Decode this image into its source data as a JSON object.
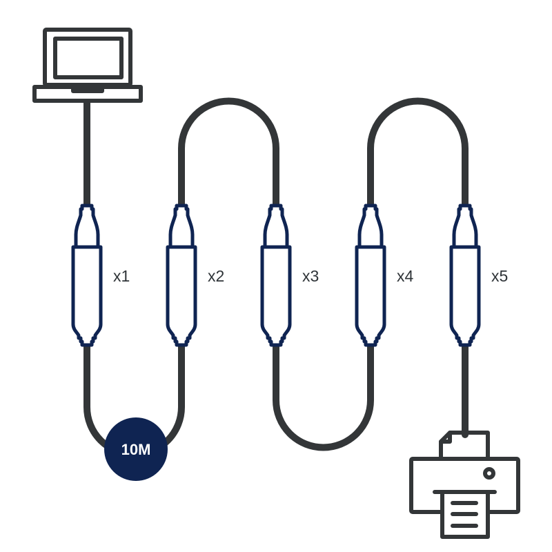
{
  "diagram": {
    "source_device": "laptop",
    "target_device": "printer",
    "length_badge": "10M",
    "connectors": [
      {
        "label": "x1"
      },
      {
        "label": "x2"
      },
      {
        "label": "x3"
      },
      {
        "label": "x4"
      },
      {
        "label": "x5"
      }
    ],
    "colors": {
      "cable": "#333638",
      "connector": "#0f2452",
      "badge": "#0f2452",
      "icon": "#333638"
    }
  }
}
